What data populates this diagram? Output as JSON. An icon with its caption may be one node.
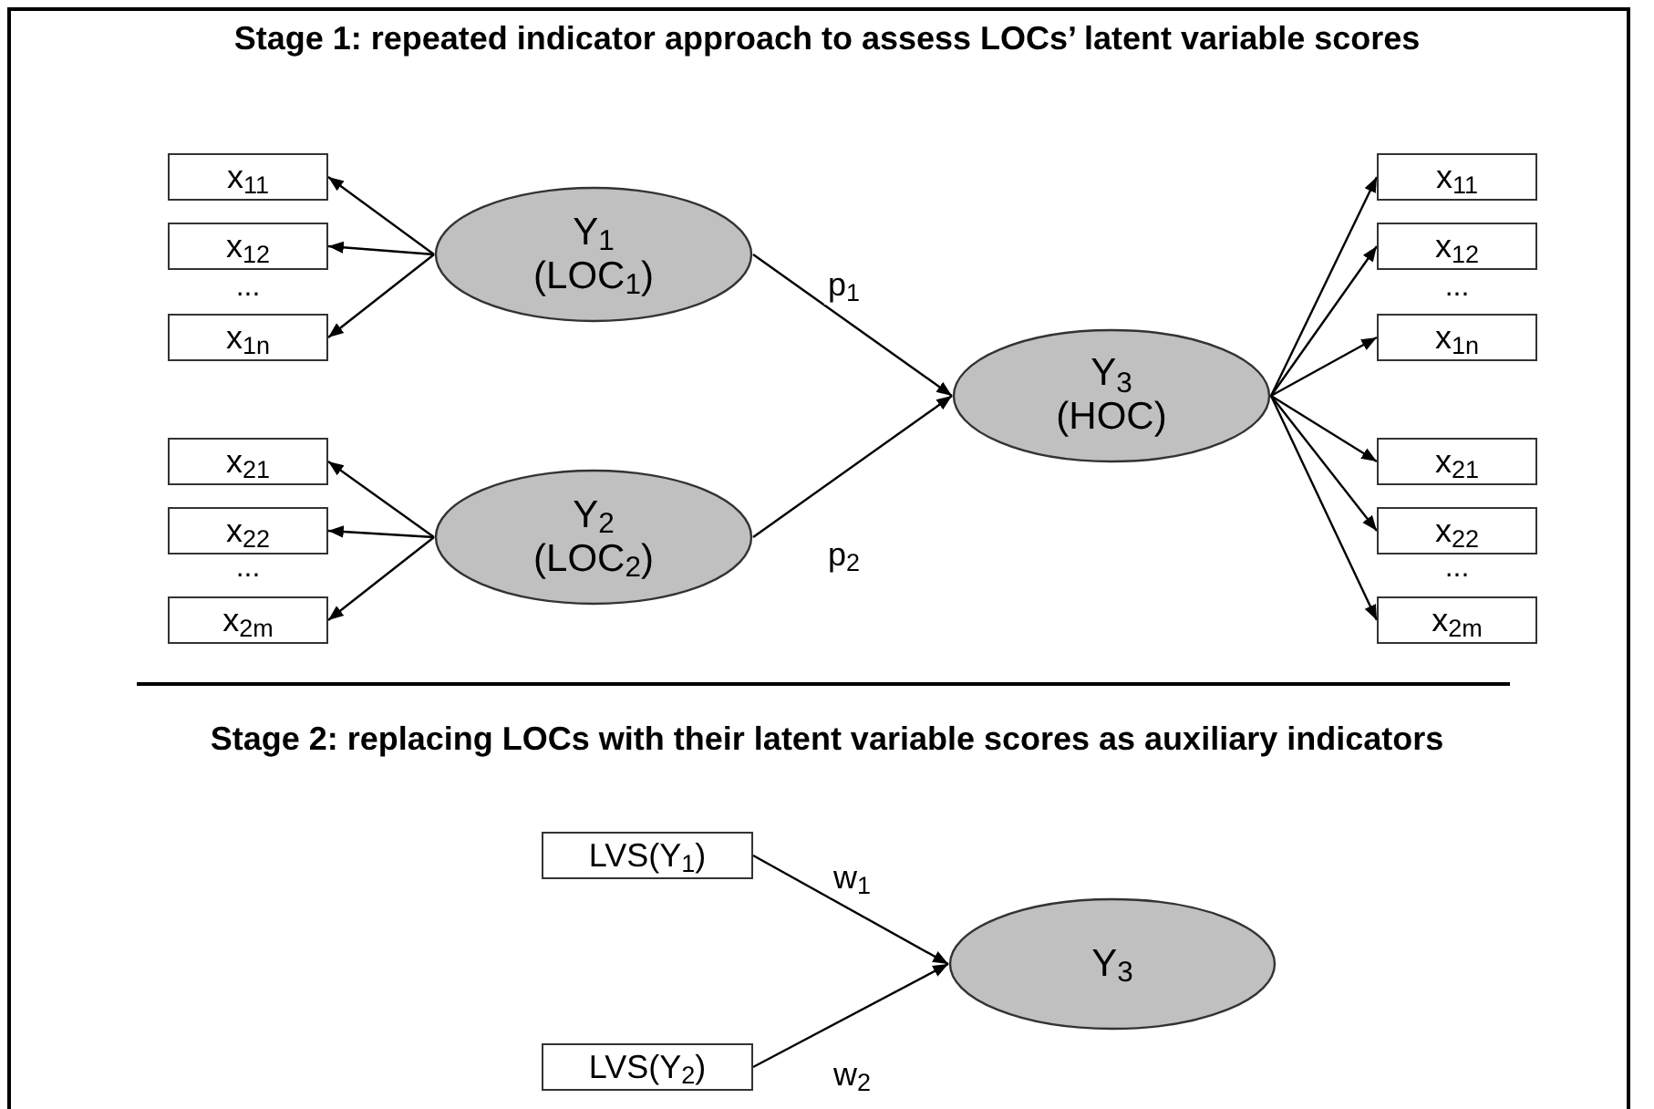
{
  "diagram": {
    "nodes": [
      {
        "text": [
          "x$_{11}$"
        ]
      },
      {
        "text": [
          "x$_{12}$"
        ]
      },
      {
        "text": [
          "x$_{1n}$"
        ]
      },
      {
        "text": [
          "x$_{21}$"
        ]
      },
      {
        "text": [
          "x$_{22}$"
        ]
      },
      {
        "text": [
          "x$_{2m}$"
        ]
      },
      {
        "text": [
          "Y$_{1}$",
          "(LOC$_{1}$)"
        ]
      },
      {
        "text": [
          "Y$_{2}$",
          "(LOC$_{2}$)"
        ]
      },
      {
        "text": [
          "Y$_{3}$",
          "(HOC)"
        ]
      },
      {
        "text": [
          "x$_{11}$"
        ]
      },
      {
        "text": [
          "x$_{12}$"
        ]
      },
      {
        "text": [
          "x$_{1n}$"
        ]
      },
      {
        "text": [
          "x$_{21}$"
        ]
      },
      {
        "text": [
          "x$_{22}$"
        ]
      },
      {
        "text": [
          "x$_{2m}$"
        ]
      },
      {
        "text": [
          "LVS(Y$_{1}$)"
        ]
      },
      {
        "text": [
          "LVS(Y$_{2}$)"
        ]
      },
      {
        "text": [
          "Y$_{3}$"
        ]
      }
    ],
    "edges": [
      {
        "from": 6,
        "to": 0,
        "arrow": "to"
      },
      {
        "from": 6,
        "to": 1,
        "arrow": "to"
      },
      {
        "from": 6,
        "to": 2,
        "arrow": "to"
      },
      {
        "from": 7,
        "to": 3,
        "arrow": "to"
      },
      {
        "from": 7,
        "to": 4,
        "arrow": "to"
      },
      {
        "from": 7,
        "to": 5,
        "arrow": "to"
      },
      {
        "from": 6,
        "to": 8,
        "arrow": "to",
        "label": "p$_{1}$"
      },
      {
        "from": 7,
        "to": 8,
        "arrow": "to",
        "label": "p$_{2}$"
      },
      {
        "from": 8,
        "to": 9,
        "arrow": "to"
      },
      {
        "from": 8,
        "to": 10,
        "arrow": "to"
      },
      {
        "from": 8,
        "to": 11,
        "arrow": "to"
      },
      {
        "from": 8,
        "to": 12,
        "arrow": "to"
      },
      {
        "from": 8,
        "to": 13,
        "arrow": "to"
      },
      {
        "from": 8,
        "to": 14,
        "arrow": "to"
      },
      {
        "from": 15,
        "to": 17,
        "arrow": "to",
        "label": "w$_{1}$"
      },
      {
        "from": 16,
        "to": 17,
        "arrow": "to",
        "label": "w$_{2}$"
      }
    ],
    "labels": [
      "Stage 1: repeated indicator approach to assess LOCs’ latent variable scores",
      "...",
      "...",
      "...",
      "...",
      "Stage 2: replacing LOCs with their latent variable scores as auxiliary indicators"
    ]
  }
}
